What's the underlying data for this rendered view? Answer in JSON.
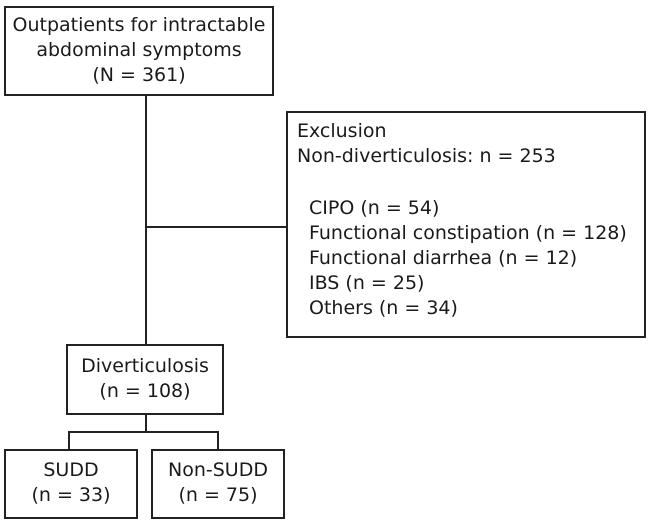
{
  "boxes": {
    "outpatients": {
      "line1": "Outpatients for intractable",
      "line2": "abdominal symptoms",
      "line3": "(N = 361)"
    },
    "exclusion": {
      "title": "Exclusion",
      "subtitle": "Non-diverticulosis: n = 253",
      "items": [
        "CIPO (n = 54)",
        "Functional constipation (n = 128)",
        "Functional diarrhea (n = 12)",
        "IBS (n = 25)",
        "Others (n = 34)"
      ]
    },
    "diverticulosis": {
      "line1": "Diverticulosis",
      "line2": "(n = 108)"
    },
    "sudd": {
      "line1": "SUDD",
      "line2": "(n = 33)"
    },
    "non_sudd": {
      "line1": "Non-SUDD",
      "line2": "(n = 75)"
    }
  }
}
